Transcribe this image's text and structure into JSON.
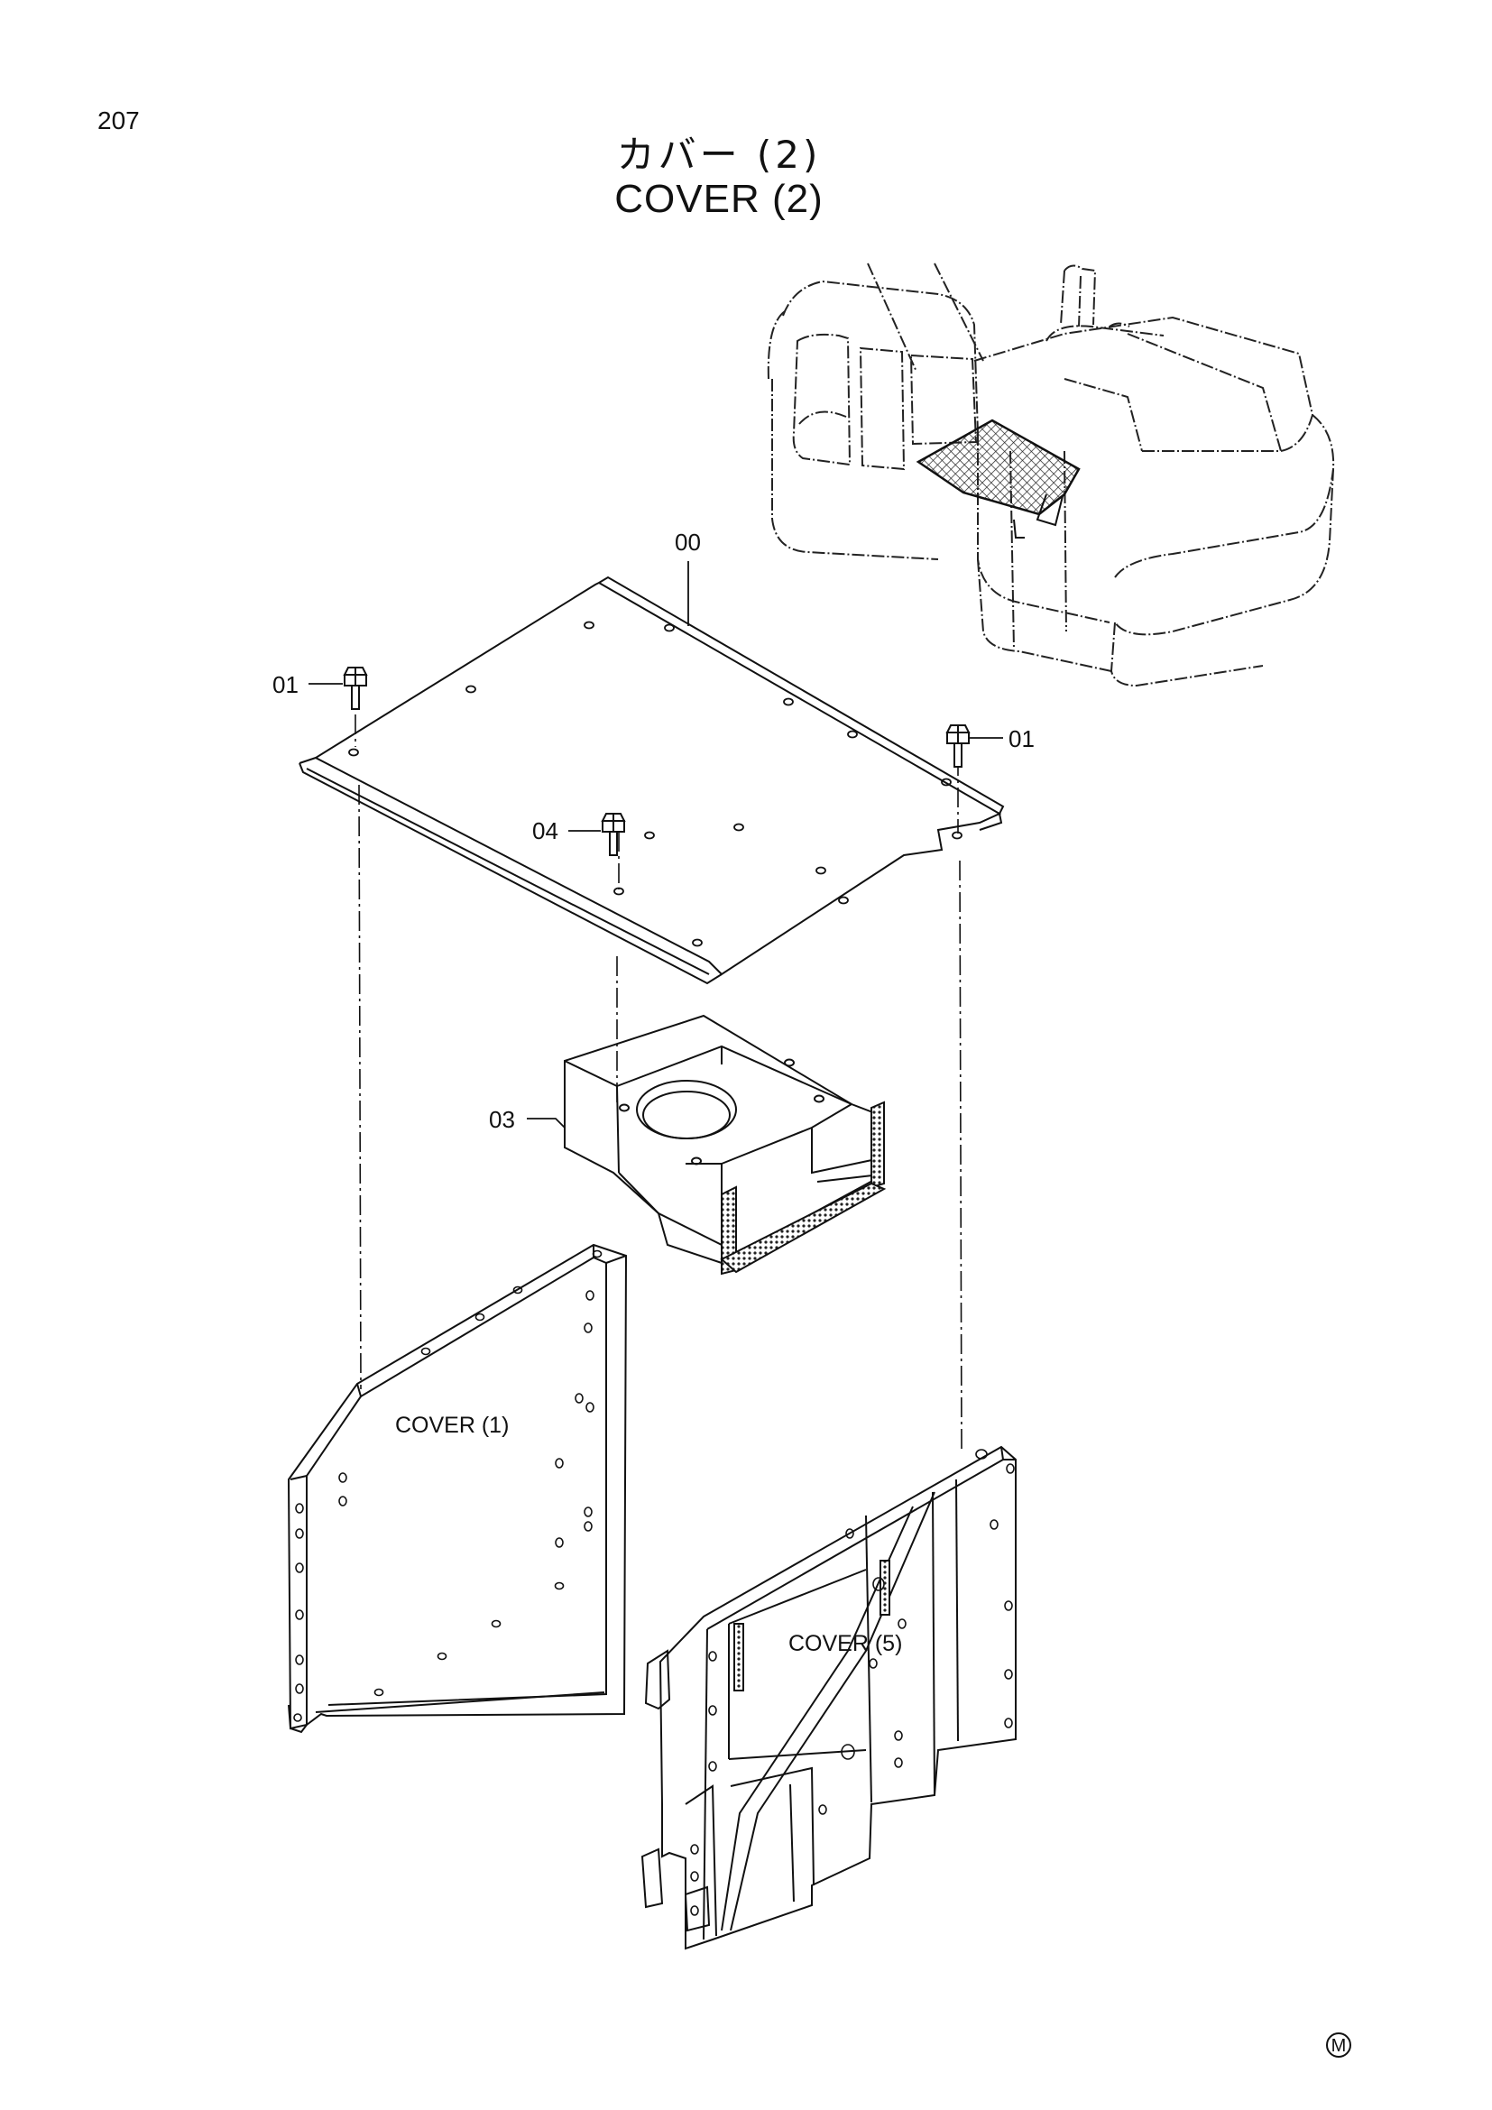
{
  "page": {
    "number": "207",
    "title_jp": "カバー (2)",
    "title_en": "COVER (2)",
    "mark": "M"
  },
  "callouts": [
    {
      "id": "part-00",
      "label": "00"
    },
    {
      "id": "part-01-left",
      "label": "01"
    },
    {
      "id": "part-01-right",
      "label": "01"
    },
    {
      "id": "part-04",
      "label": "04"
    },
    {
      "id": "part-03",
      "label": "03"
    }
  ],
  "subassemblies": [
    {
      "id": "cover-1",
      "label": "COVER (1)"
    },
    {
      "id": "cover-5",
      "label": "COVER (5)"
    }
  ],
  "icons": [
    "bolt-icon",
    "excavator-overview-icon",
    "registered-mark-icon"
  ]
}
